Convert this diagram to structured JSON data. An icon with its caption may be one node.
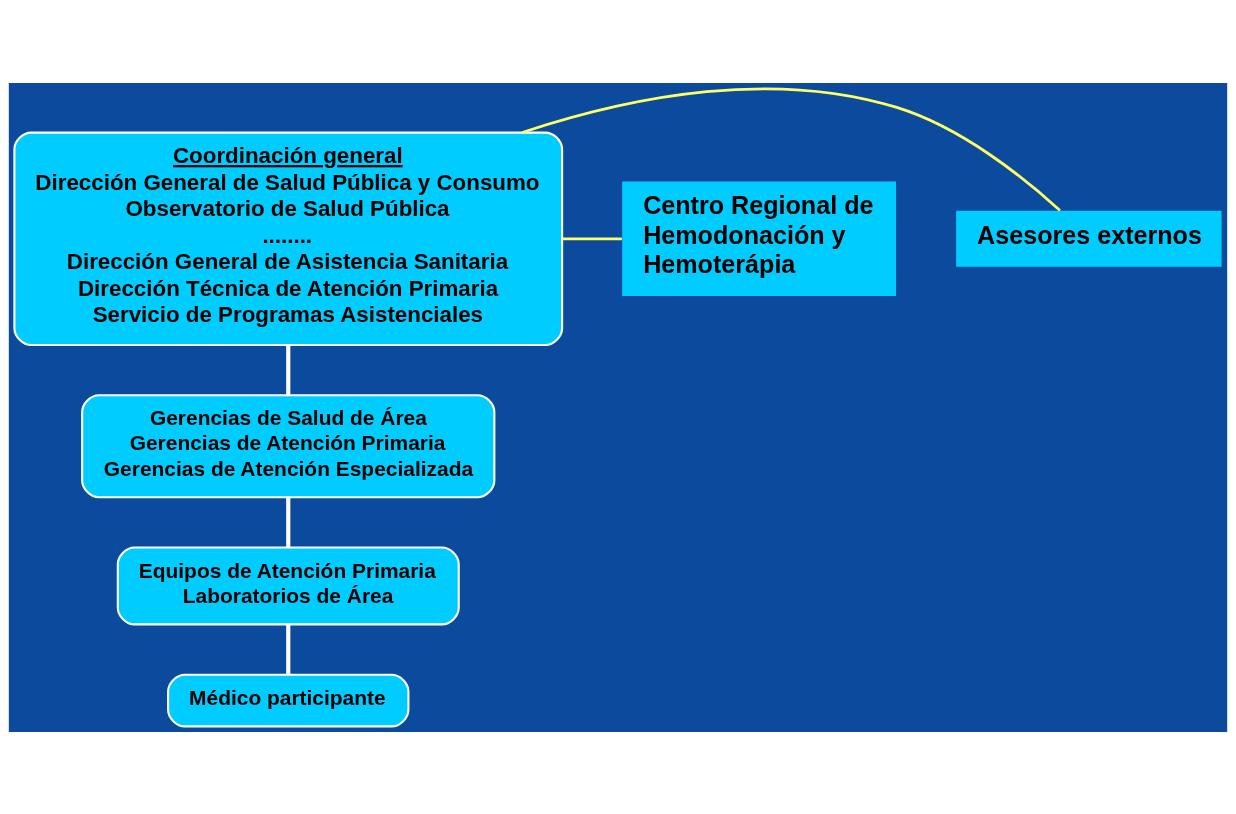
{
  "diagram": {
    "nodes": [
      {
        "text": [
          "Coordinación general",
          "Dirección General de Salud Pública y Consumo",
          "Observatorio de Salud Pública",
          "........",
          "Dirección General de Asistencia Sanitaria",
          "Dirección Técnica de Atención Primaria",
          "Servicio de Programas Asistenciales"
        ]
      },
      {
        "text": [
          "Asesores externos"
        ]
      },
      {
        "text": [
          "Centro Regional de Hemodonación y Hemoterápia"
        ]
      },
      {
        "text": [
          "Gerencias de Salud de Área",
          "Gerencias de Atención Primaria",
          "Gerencias de Atención Especializada"
        ]
      },
      {
        "text": [
          "Equipos de Atención Primaria",
          "Laboratorios de Área"
        ]
      },
      {
        "text": [
          "Médico participante"
        ]
      }
    ],
    "edges": [
      {
        "from": 0,
        "to": 1,
        "arrow": "none",
        "color": "#ffff66"
      },
      {
        "from": 0,
        "to": 2,
        "arrow": "none",
        "color": "#ffff66"
      },
      {
        "from": 0,
        "to": 3,
        "arrow": "none"
      },
      {
        "from": 3,
        "to": 4,
        "arrow": "none"
      },
      {
        "from": 4,
        "to": 5,
        "arrow": "none"
      }
    ]
  }
}
